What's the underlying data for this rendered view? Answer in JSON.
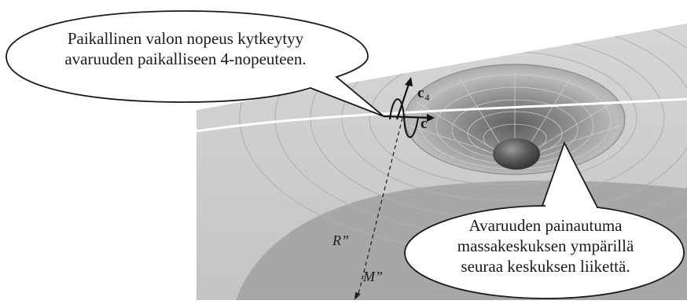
{
  "callouts": {
    "left": {
      "line1": "Paikallinen valon nopeus kytkeytyy",
      "line2": "avaruuden paikalliseen 4-nopeuteen."
    },
    "right": {
      "line1": "Avaruuden painautuma",
      "line2": "massakeskuksen ympärillä",
      "line3": "seuraa keskuksen liikettä."
    }
  },
  "labels": {
    "c4_base": "c",
    "c4_sub": "4",
    "c": "c",
    "r": "R”",
    "m": "M”"
  },
  "colors": {
    "background": "#ffffff",
    "plane": "#c9c9c9",
    "lower_body": "#a9a9a9",
    "funnel_inner": "#8f8f8f",
    "grid_line": "#b4b4b4",
    "orbit_line": "#ffffff",
    "callout_fill": "#ffffff",
    "callout_stroke": "#1a1a1a"
  }
}
